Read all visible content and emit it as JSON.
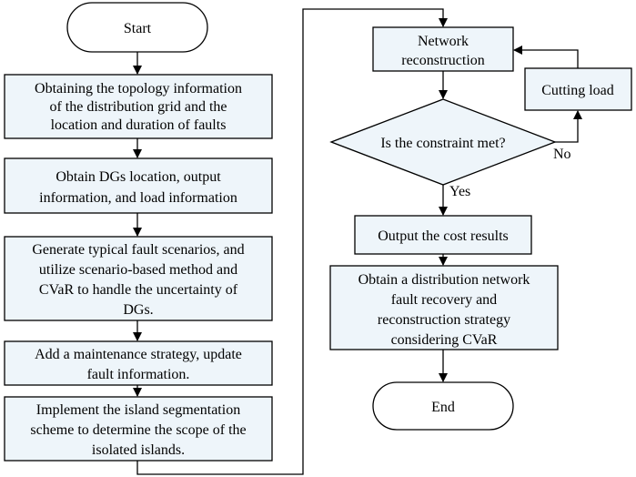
{
  "nodes": {
    "start": "Start",
    "topology": [
      "Obtaining the topology information",
      "of the distribution grid and the",
      "location and duration of faults"
    ],
    "dgs": [
      "Obtain DGs location, output",
      "information, and load information"
    ],
    "scenarios": [
      "Generate typical fault scenarios, and",
      "utilize scenario-based method and",
      "CVaR to handle the uncertainty of",
      "DGs."
    ],
    "maintenance": [
      "Add a maintenance strategy, update",
      "fault information."
    ],
    "island": [
      "Implement the island segmentation",
      "scheme to determine the scope of the",
      "isolated islands."
    ],
    "reconstruction": [
      "Network",
      "reconstruction"
    ],
    "cutting": "Cutting load",
    "constraint": "Is the constraint met?",
    "output": "Output the cost results",
    "strategy": [
      "Obtain a distribution network",
      "fault recovery and",
      "reconstruction strategy",
      "considering CVaR"
    ],
    "end": "End"
  },
  "edge_labels": {
    "no": "No",
    "yes": "Yes"
  }
}
